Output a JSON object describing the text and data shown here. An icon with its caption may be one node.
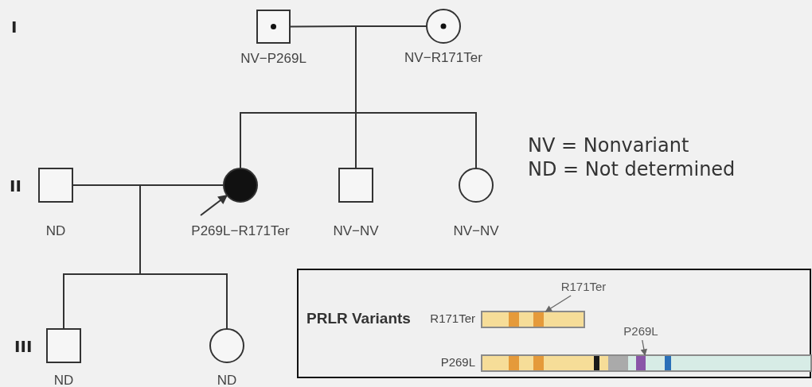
{
  "diagram": {
    "nodes": [
      {
        "text": [],
        "shape": "box",
        "beside": [
          "NV−P269L"
        ]
      },
      {
        "text": [],
        "shape": "circle",
        "beside": [
          "NV−R171Ter"
        ]
      },
      {
        "text": [],
        "shape": "box",
        "beside": [
          "ND"
        ]
      },
      {
        "text": [],
        "shape": "circle",
        "beside": [
          "P269L−R171Ter"
        ]
      },
      {
        "text": [],
        "shape": "box",
        "beside": [
          "NV−NV"
        ]
      },
      {
        "text": [],
        "shape": "circle",
        "beside": [
          "NV−NV"
        ]
      },
      {
        "text": [],
        "shape": "box",
        "beside": [
          "ND"
        ]
      },
      {
        "text": [],
        "shape": "circle",
        "beside": [
          "ND"
        ]
      },
      {
        "text": [
          "PRLR Variants"
        ]
      },
      {
        "text": [],
        "shape": "bar",
        "in": 8,
        "beside": [
          "R171Ter"
        ]
      },
      {
        "text": [
          "R171Ter"
        ],
        "in": 8
      },
      {
        "text": [],
        "shape": "bar",
        "in": 8,
        "beside": [
          "P269L"
        ]
      },
      {
        "text": [
          "P269L"
        ],
        "in": 8
      }
    ],
    "edges": [
      {
        "from": 0,
        "to": 1,
        "arrow": "none"
      },
      {
        "from": 0,
        "to": 3,
        "arrow": "none"
      },
      {
        "from": 0,
        "to": 4,
        "arrow": "none"
      },
      {
        "from": 0,
        "to": 5,
        "arrow": "none"
      },
      {
        "from": 1,
        "to": 3,
        "arrow": "none"
      },
      {
        "from": 1,
        "to": 4,
        "arrow": "none"
      },
      {
        "from": 1,
        "to": 5,
        "arrow": "none"
      },
      {
        "from": 2,
        "to": 3,
        "arrow": "none"
      },
      {
        "from": 2,
        "to": 6,
        "arrow": "none"
      },
      {
        "from": 2,
        "to": 7,
        "arrow": "none"
      },
      {
        "from": 3,
        "to": 6,
        "arrow": "none"
      },
      {
        "from": 3,
        "to": 7,
        "arrow": "none"
      },
      {
        "from": null,
        "to": 3,
        "arrow": "to"
      },
      {
        "from": 10,
        "to": 9,
        "arrow": "to",
        "color": "#666666"
      },
      {
        "from": 12,
        "to": 11,
        "arrow": "to",
        "color": "#666666"
      }
    ],
    "labels": [
      "I",
      "II",
      "III",
      "NV = Nonvariant",
      "ND = Not determined"
    ]
  }
}
